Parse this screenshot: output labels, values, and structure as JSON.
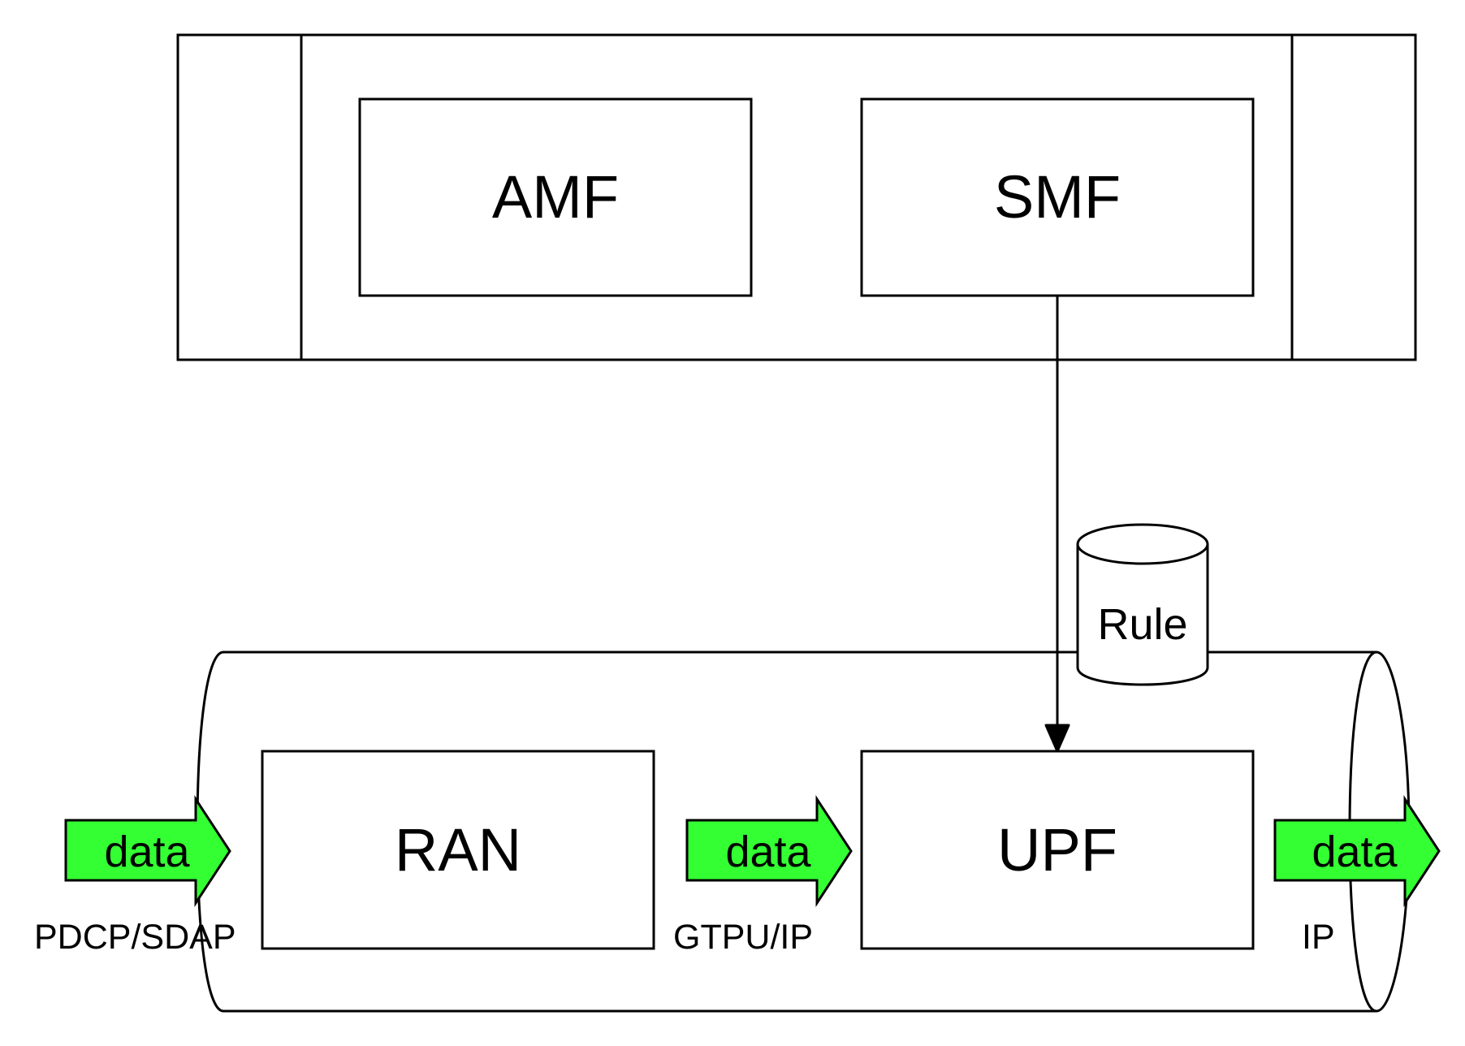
{
  "control_plane": {
    "amf_label": "AMF",
    "smf_label": "SMF"
  },
  "rule_store": {
    "label": "Rule"
  },
  "user_plane": {
    "ran_label": "RAN",
    "upf_label": "UPF"
  },
  "flows": [
    {
      "label": "data",
      "protocol": "PDCP/SDAP"
    },
    {
      "label": "data",
      "protocol": "GTPU/IP"
    },
    {
      "label": "data",
      "protocol": "IP"
    }
  ],
  "colors": {
    "stroke": "#000000",
    "arrow_fill": "#33ff33",
    "background": "#ffffff"
  }
}
